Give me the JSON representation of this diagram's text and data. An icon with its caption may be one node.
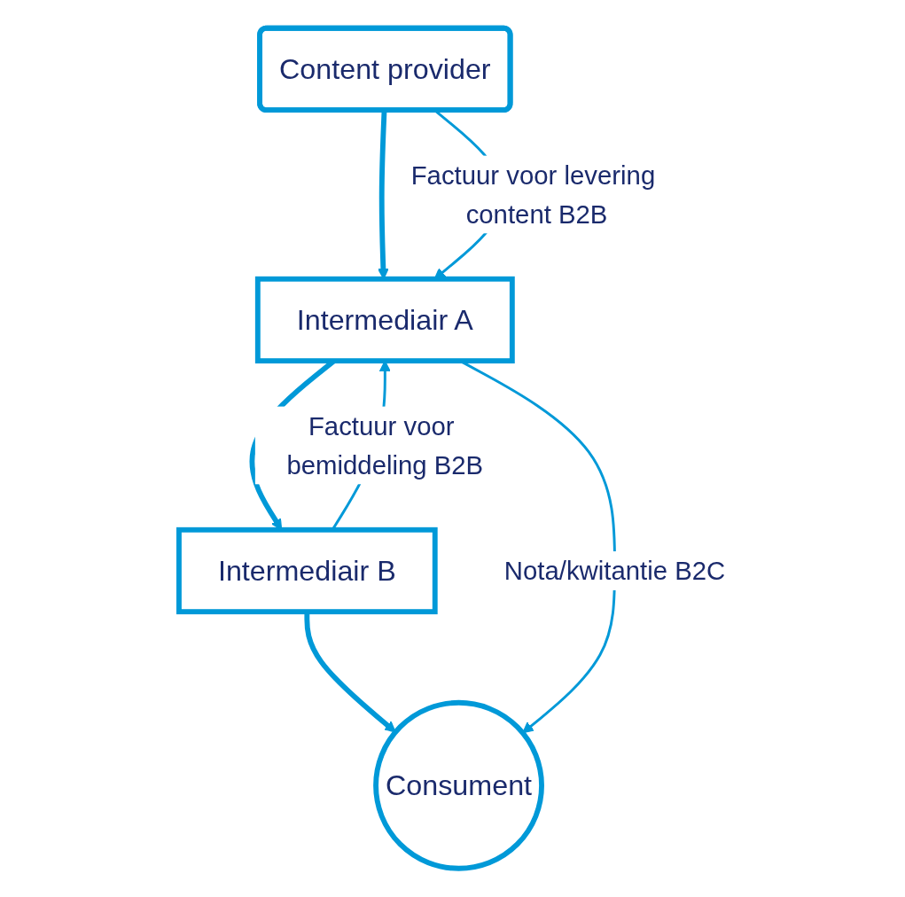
{
  "diagram": {
    "nodes": [
      {
        "text": [
          "Content provider"
        ]
      },
      {
        "text": [
          "Intermediair A"
        ]
      },
      {
        "text": [
          "Intermediair B"
        ]
      },
      {
        "text": [
          "Consument"
        ]
      }
    ],
    "edges": [
      {
        "from": 0,
        "to": 1,
        "arrow": "to",
        "style": "thick"
      },
      {
        "from": 1,
        "to": 2,
        "arrow": "to",
        "style": "thick"
      },
      {
        "from": 2,
        "to": 3,
        "arrow": "to",
        "style": "thick"
      },
      {
        "from": 0,
        "to": 1,
        "arrow": "to",
        "label": "Factuur voor levering content B2B"
      },
      {
        "from": 2,
        "to": 1,
        "arrow": "to",
        "label": "Factuur voor bemiddeling B2B"
      },
      {
        "from": 1,
        "to": 3,
        "arrow": "to",
        "label": "Nota/kwitantie B2C"
      }
    ]
  }
}
